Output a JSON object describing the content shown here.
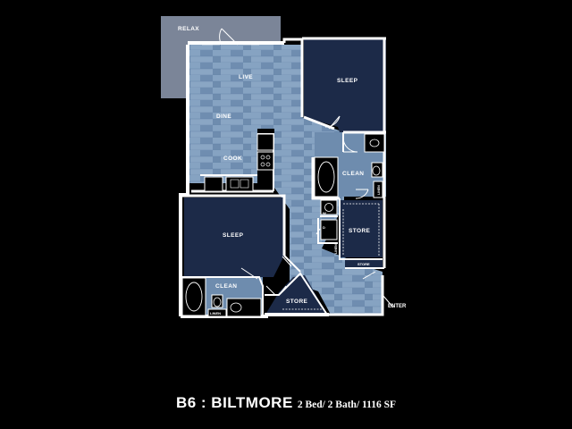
{
  "plan": {
    "rooms": {
      "relax": "RELAX",
      "live": "LIVE",
      "dine": "DINE",
      "cook": "COOK",
      "sleep_main": "SLEEP",
      "sleep_second": "SLEEP",
      "clean_main": "CLEAN",
      "clean_second": "CLEAN",
      "store_closet": "STORE",
      "store_hall": "STORE",
      "store_bottom": "STORE",
      "linen_main": "LINEN",
      "linen_second": "LINEN",
      "enter": "ENTER",
      "washer": "W",
      "dryer": "D"
    },
    "colors": {
      "background": "#000000",
      "wall": "#ffffff",
      "floor_wood": "#7a98b8",
      "bedroom": "#1c2a48",
      "patio": "#7b8598",
      "fixture": "#000000"
    }
  },
  "caption": {
    "title": "B6 : BILTMORE",
    "specs": "2 Bed/ 2 Bath/ 1116 SF"
  }
}
